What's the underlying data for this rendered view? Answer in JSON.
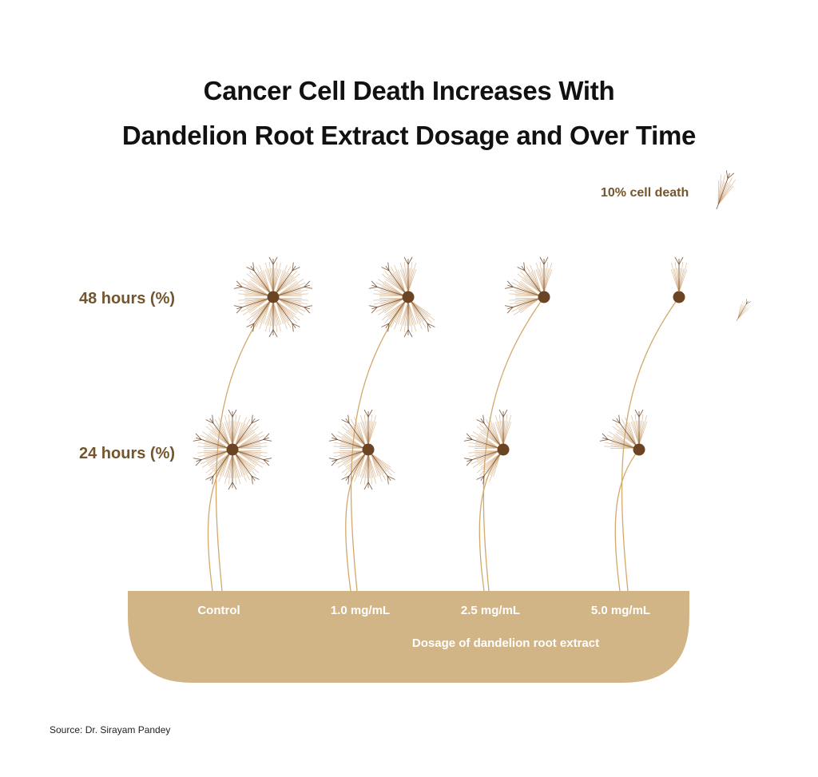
{
  "chart_data": {
    "type": "pictogram",
    "title_line1": "Cancer Cell Death Increases With",
    "title_line2": "Dandelion Root Extract Dosage and Over Time",
    "xlabel": "Dosage of dandelion root extract",
    "categories": [
      "Control",
      "1.0 mg/mL",
      "2.5 mg/mL",
      "5.0 mg/mL"
    ],
    "series": [
      {
        "name": "48 hours (%)",
        "values": [
          100,
          70,
          40,
          0
        ]
      },
      {
        "name": "24 hours (%)",
        "values": [
          100,
          70,
          50,
          30
        ]
      }
    ],
    "legend": {
      "label": "10% cell death",
      "unit_value": 10
    },
    "source": "Source: Dr. Sirayam Pandey"
  },
  "colors": {
    "ground": "#d2b587",
    "center": "#6b4424",
    "stem": "#d2a96a",
    "seed": "#cfa67a",
    "label": "#75552b",
    "title": "#111111"
  }
}
